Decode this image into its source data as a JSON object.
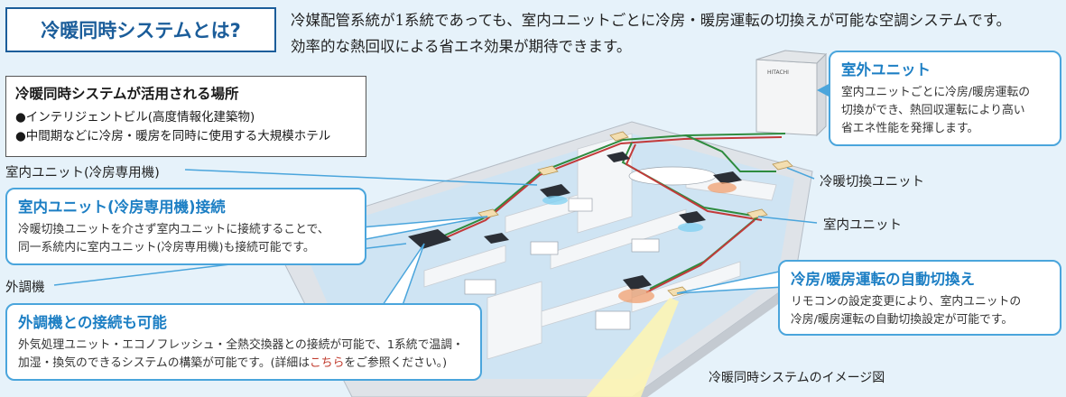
{
  "title": "冷暖同時システムとは?",
  "intro": {
    "line1": "冷媒配管系統が1系統であっても、室内ユニットごとに冷房・暖房運転の切換えが可能な空調システムです。",
    "line2": "効率的な熱回収による省エネ効果が期待できます。"
  },
  "places": {
    "heading": "冷暖同時システムが活用される場所",
    "items": [
      "●インテリジェントビル(高度情報化建築物)",
      "●中間期などに冷房・暖房を同時に使用する大規模ホテル"
    ]
  },
  "labels": {
    "indoor_cooling": "室内ユニット(冷房専用機)",
    "air_conditioner": "外調機",
    "switch_unit": "冷暖切換ユニット",
    "indoor_unit": "室内ユニット"
  },
  "callouts": {
    "outdoor": {
      "heading": "室外ユニット",
      "text": [
        "室内ユニットごとに冷房/暖房運転の",
        "切換ができ、熱回収運転により高い",
        "省エネ性能を発揮します。"
      ]
    },
    "cooling_only": {
      "heading": "室内ユニット(冷房専用機)接続",
      "text": [
        "冷暖切換ユニットを介さず室内ユニットに接続することで、",
        "同一系統内に室内ユニット(冷房専用機)も接続可能です。"
      ]
    },
    "auto_switch": {
      "heading": "冷房/暖房運転の自動切換え",
      "text": [
        "リモコンの設定変更により、室内ユニットの",
        "冷房/暖房運転の自動切換設定が可能です。"
      ]
    },
    "ext_connect": {
      "heading": "外調機との接続も可能",
      "text_before": "外気処理ユニット・エコノフレッシュ・全熱交換器との接続が可能で、1系統で温調・",
      "text_line2": "加湿・換気のできるシステムの構築が可能です。(詳細は",
      "link": "こちら",
      "text_after": "をご参照ください。)"
    }
  },
  "unit_brand": "HITACHI",
  "caption": "冷暖同時システムのイメージ図"
}
